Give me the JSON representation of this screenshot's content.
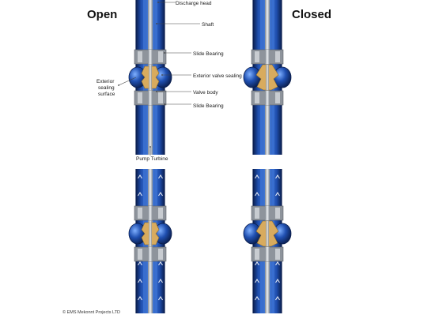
{
  "headings": {
    "open": "Open",
    "closed": "Closed"
  },
  "labels": {
    "discharge_head": "Discharge head",
    "shaft": "Shaft",
    "slide_bearing_top": "Slide Bearing",
    "exterior_valve_sealing": "Exterior valve sealing",
    "exterior_sealing_surface": [
      "Exterior",
      "sealing",
      "surface"
    ],
    "valve_body": "Valve body",
    "slide_bearing_bottom": "Slide Bearing",
    "pump_turbine": "Pump Turbine"
  },
  "copyright": "© EMS Mekonnt Projects LTD",
  "colors": {
    "pipe_dark": "#0b1f4f",
    "pipe_blue": "#1f4fb0",
    "pipe_light": "#4f86e0",
    "shaft": "#c9ced6",
    "brass": "#d8ab5e",
    "steel": "#8e949c",
    "leader": "#444444"
  },
  "icons": [
    "flow-arrow-icon",
    "valve-ball-icon"
  ]
}
